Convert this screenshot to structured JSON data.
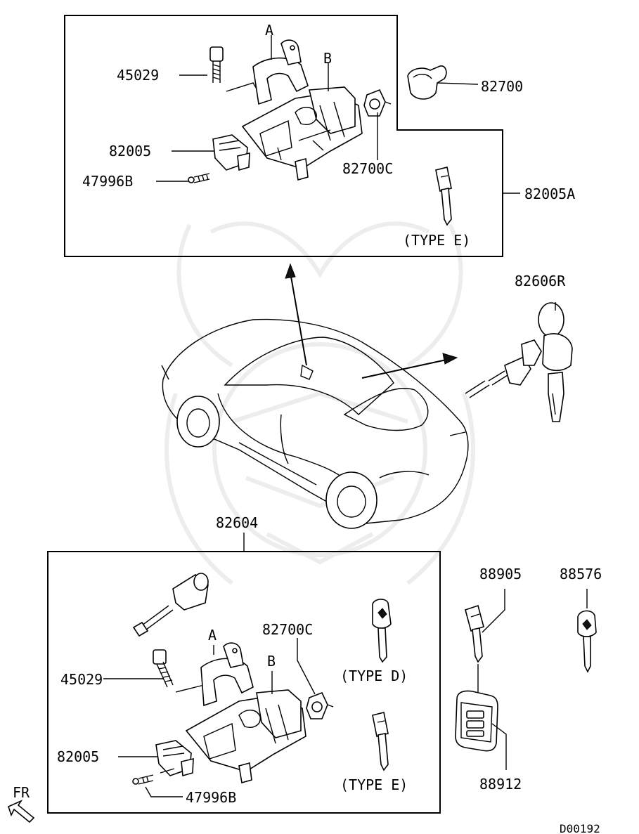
{
  "diagram": {
    "upper_assembly": {
      "labels": {
        "p45029": "45029",
        "pA": "A",
        "pB": "B",
        "p82005": "82005",
        "p47996b": "47996B",
        "p82700c": "82700C",
        "p82700": "82700",
        "p82005a": "82005A",
        "type_e": "(TYPE E)"
      }
    },
    "vehicle": {
      "p82606r": "82606R"
    },
    "lower_assembly": {
      "labels": {
        "p82604": "82604",
        "pA": "A",
        "pB": "B",
        "p82700c": "82700C",
        "type_d": "(TYPE D)",
        "p45029": "45029",
        "p82005": "82005",
        "type_e": "(TYPE E)",
        "p47996b": "47996B"
      }
    },
    "keys": {
      "p88905": "88905",
      "p88576": "88576",
      "p88912": "88912"
    },
    "direction_label": "FR",
    "diagram_code": "D00192"
  }
}
